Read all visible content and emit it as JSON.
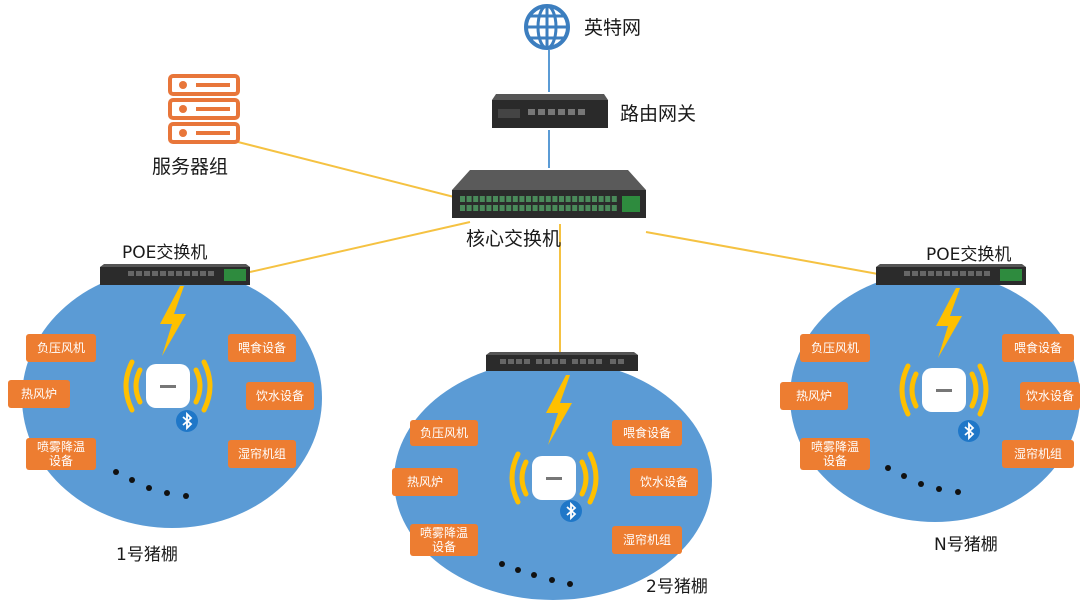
{
  "internet": {
    "label": "英特网"
  },
  "router": {
    "label": "路由网关"
  },
  "servers": {
    "label": "服务器组"
  },
  "core_switch": {
    "label": "核心交换机"
  },
  "colors": {
    "circle": "#5b9bd5",
    "device": "#ed7d31",
    "link": "#f5c242",
    "uplink": "#5b9bd5",
    "bolt": "#ffc000"
  },
  "barns": [
    {
      "switch_label": "POE交换机",
      "name": "1号猪棚",
      "devices": [
        "负压风机",
        "热风炉",
        "喷雾降温\n设备",
        "喂食设备",
        "饮水设备",
        "湿帘机组"
      ]
    },
    {
      "switch_label": "",
      "name": "2号猪棚",
      "devices": [
        "负压风机",
        "热风炉",
        "喷雾降温\n设备",
        "喂食设备",
        "饮水设备",
        "湿帘机组"
      ]
    },
    {
      "switch_label": "POE交换机",
      "name": "N号猪棚",
      "devices": [
        "负压风机",
        "热风炉",
        "喷雾降温\n设备",
        "喂食设备",
        "饮水设备",
        "湿帘机组"
      ]
    }
  ]
}
